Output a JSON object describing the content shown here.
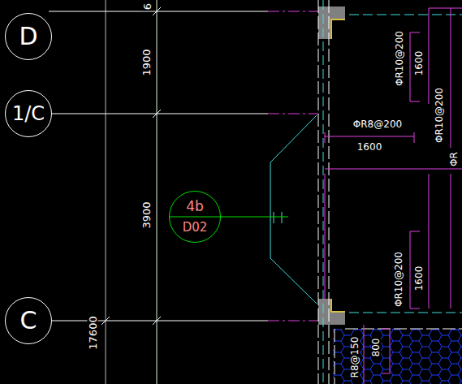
{
  "diagram": {
    "nodes": [
      {
        "text": [
          "D"
        ]
      },
      {
        "text": [
          "1/C"
        ]
      },
      {
        "text": [
          "C"
        ]
      },
      {
        "text": [
          "4b",
          "D02"
        ]
      }
    ],
    "labels": [
      "6",
      "1900",
      "3900",
      "17600",
      "ΦR10@200",
      "1600",
      "ΦR10@200",
      "ΦR8@200",
      "1600",
      "ΦR",
      "ΦR10@200",
      "1600",
      "R8@150",
      "800"
    ]
  }
}
